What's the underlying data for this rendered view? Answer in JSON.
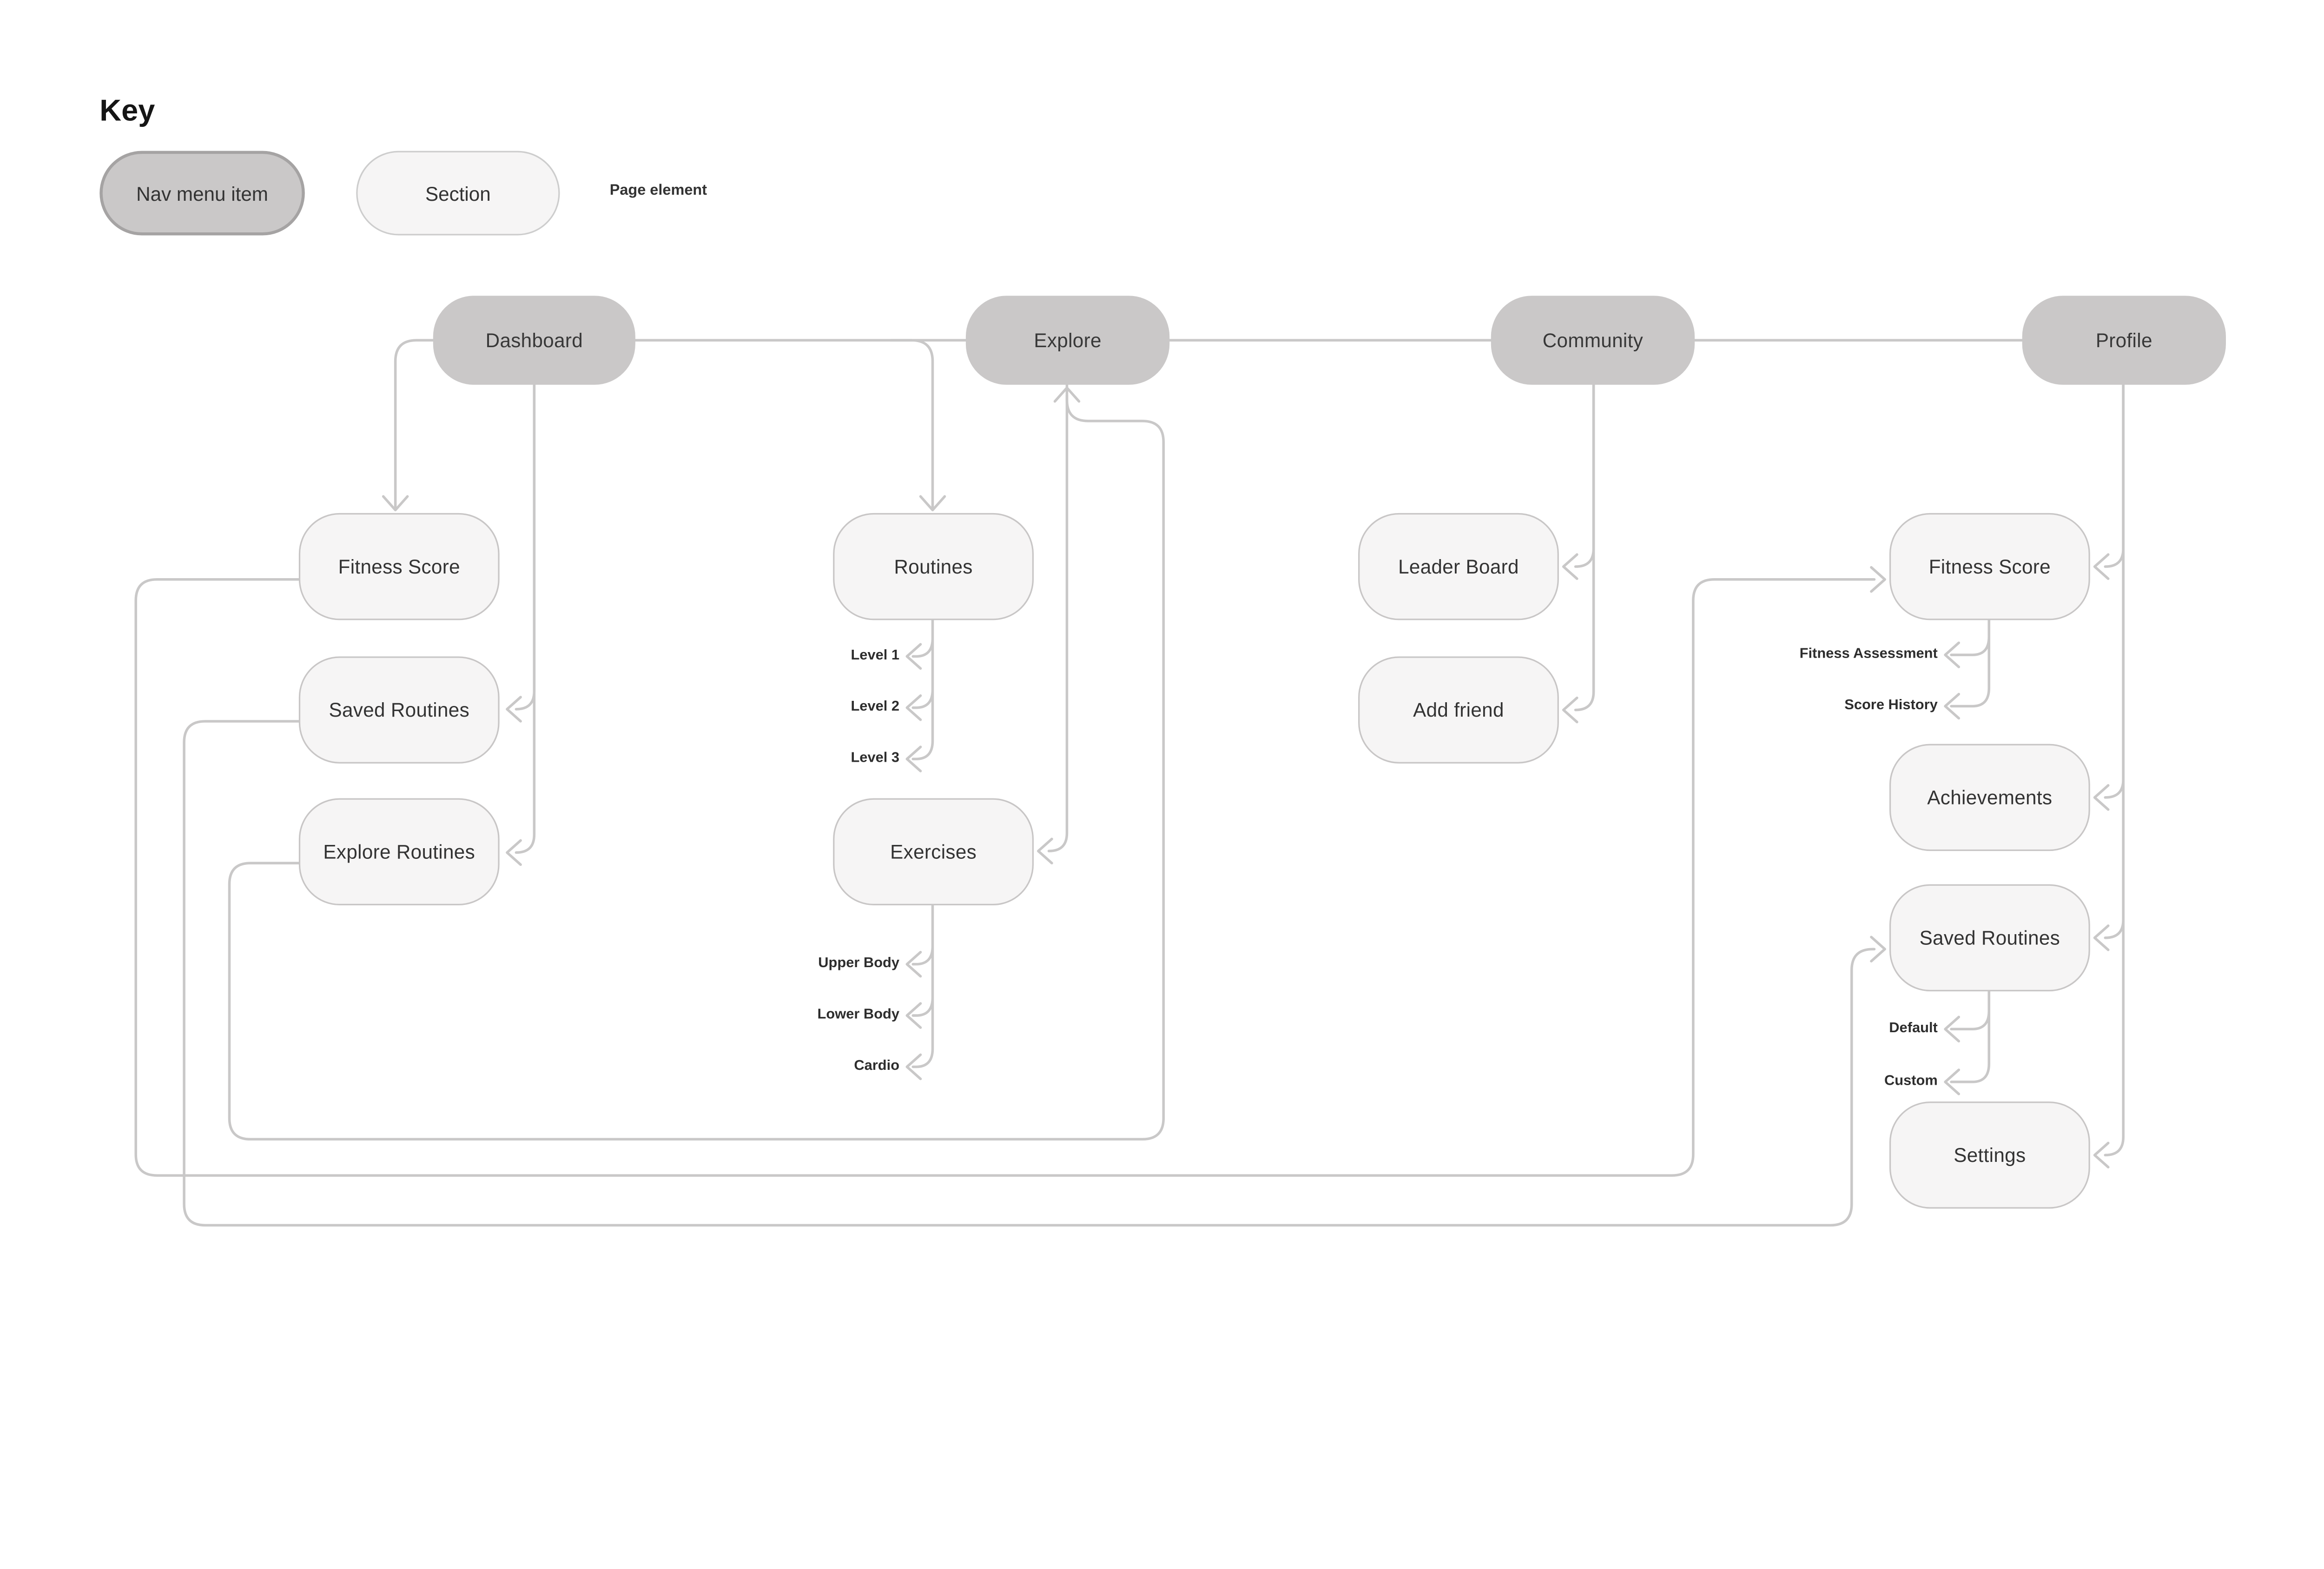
{
  "key": {
    "title": "Key",
    "nav_item_label": "Nav menu item",
    "section_label": "Section",
    "page_element_label": "Page element"
  },
  "nav": {
    "dashboard": "Dashboard",
    "explore": "Explore",
    "community": "Community",
    "profile": "Profile"
  },
  "sections": {
    "fitness_score": "Fitness Score",
    "saved_routines": "Saved Routines",
    "explore_routines": "Explore Routines",
    "routines": "Routines",
    "exercises": "Exercises",
    "leader_board": "Leader Board",
    "add_friend": "Add friend",
    "profile_fitness_score": "Fitness Score",
    "achievements": "Achievements",
    "profile_saved_routines": "Saved Routines",
    "settings": "Settings"
  },
  "page_elements": {
    "levels": [
      "Level 1",
      "Level 2",
      "Level 3"
    ],
    "exercise_groups": [
      "Upper Body",
      "Lower Body",
      "Cardio"
    ],
    "fitness_score_children": [
      "Fitness Assessment",
      "Score History"
    ],
    "saved_routines_children": [
      "Default",
      "Custom"
    ]
  },
  "colors": {
    "nav_fill": "#cac8c8",
    "nav_key_border": "#a5a3a3",
    "section_fill": "#f6f5f5",
    "section_border": "#c8c6c6",
    "connector": "#c9c8c8",
    "label_text": "#333333"
  }
}
